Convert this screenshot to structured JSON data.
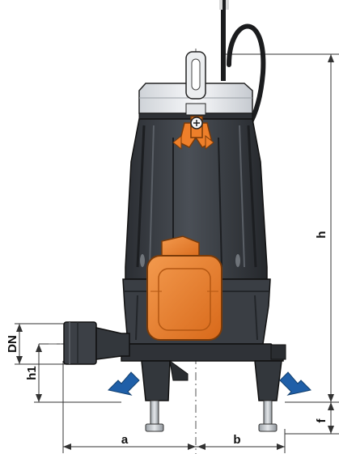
{
  "diagram": {
    "dimensions": {
      "a": "a",
      "b": "b",
      "h": "h",
      "h1": "h1",
      "dn": "DN",
      "f": "f"
    },
    "colors": {
      "body": "#3b3f45",
      "body_dark": "#23262a",
      "motor_cap": "#e9ecef",
      "float": "#ee7f2a",
      "float_dark": "#b75a14",
      "arrow": "#1f5fa8",
      "line": "#333333"
    },
    "icons": [
      "pump-body",
      "float-switch",
      "power-cable",
      "discharge-outlet",
      "blue-arrow-left",
      "blue-arrow-right"
    ]
  }
}
